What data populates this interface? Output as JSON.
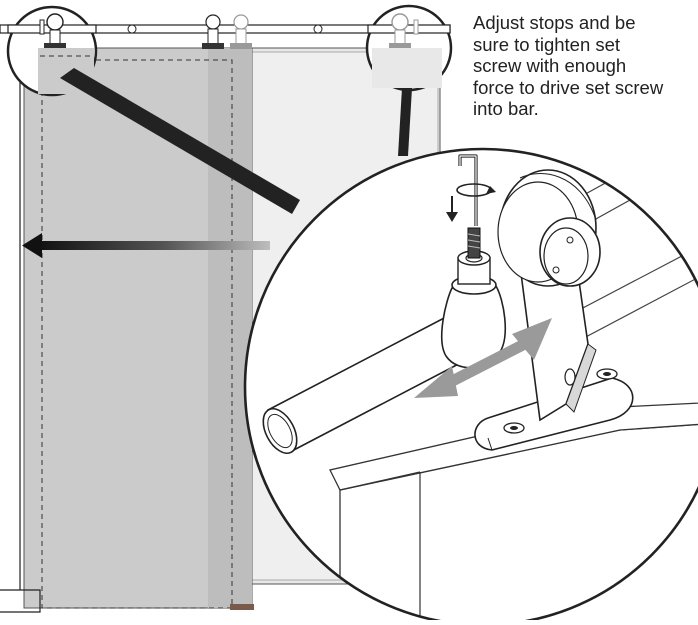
{
  "instruction": {
    "lines": [
      "Adjust stops and be",
      "sure to tighten set",
      "screw with enough",
      "force to drive set screw",
      "into bar."
    ]
  },
  "colors": {
    "door_front": "#cbcbcb",
    "door_back": "#e8e8e8",
    "outline": "#222222",
    "arrow_gray": "#9a9a9a"
  },
  "icons": [
    "hex-key-icon",
    "rotation-arrow-icon",
    "down-arrow-icon",
    "slide-direction-arrow-icon",
    "double-headed-arrow-icon"
  ]
}
